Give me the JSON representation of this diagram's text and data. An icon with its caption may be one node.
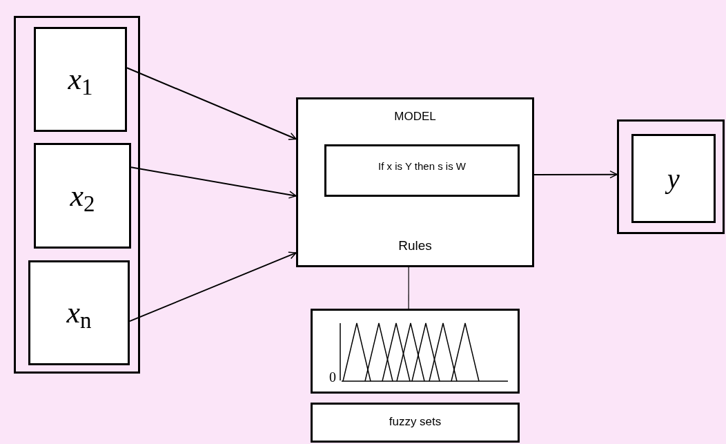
{
  "diagram": {
    "nodes": [
      {
        "text": [],
        "shape": "box"
      },
      {
        "text": [
          "*x*$_{1}$"
        ],
        "in": 0
      },
      {
        "text": [
          "*x*$_{2}$"
        ],
        "in": 0
      },
      {
        "text": [
          "*x*$_{n}$"
        ],
        "in": 0
      },
      {
        "text": [
          "MODEL",
          "Rules"
        ]
      },
      {
        "text": [
          "If x is Y then s is W"
        ],
        "in": 4
      },
      {
        "text": [],
        "shape": "box"
      },
      {
        "text": [
          "y"
        ],
        "in": 6
      },
      {
        "text": [],
        "shape": "picture"
      },
      {
        "text": [
          "fuzzy sets"
        ]
      }
    ],
    "edges": [
      {
        "from": 1,
        "to": 4,
        "arrow": "to"
      },
      {
        "from": 2,
        "to": 4,
        "arrow": "to"
      },
      {
        "from": 3,
        "to": 4,
        "arrow": "to"
      },
      {
        "from": 4,
        "to": 6,
        "arrow": "to"
      },
      {
        "from": 4,
        "to": 8,
        "arrow": "none"
      }
    ],
    "labels": [
      "0"
    ]
  }
}
